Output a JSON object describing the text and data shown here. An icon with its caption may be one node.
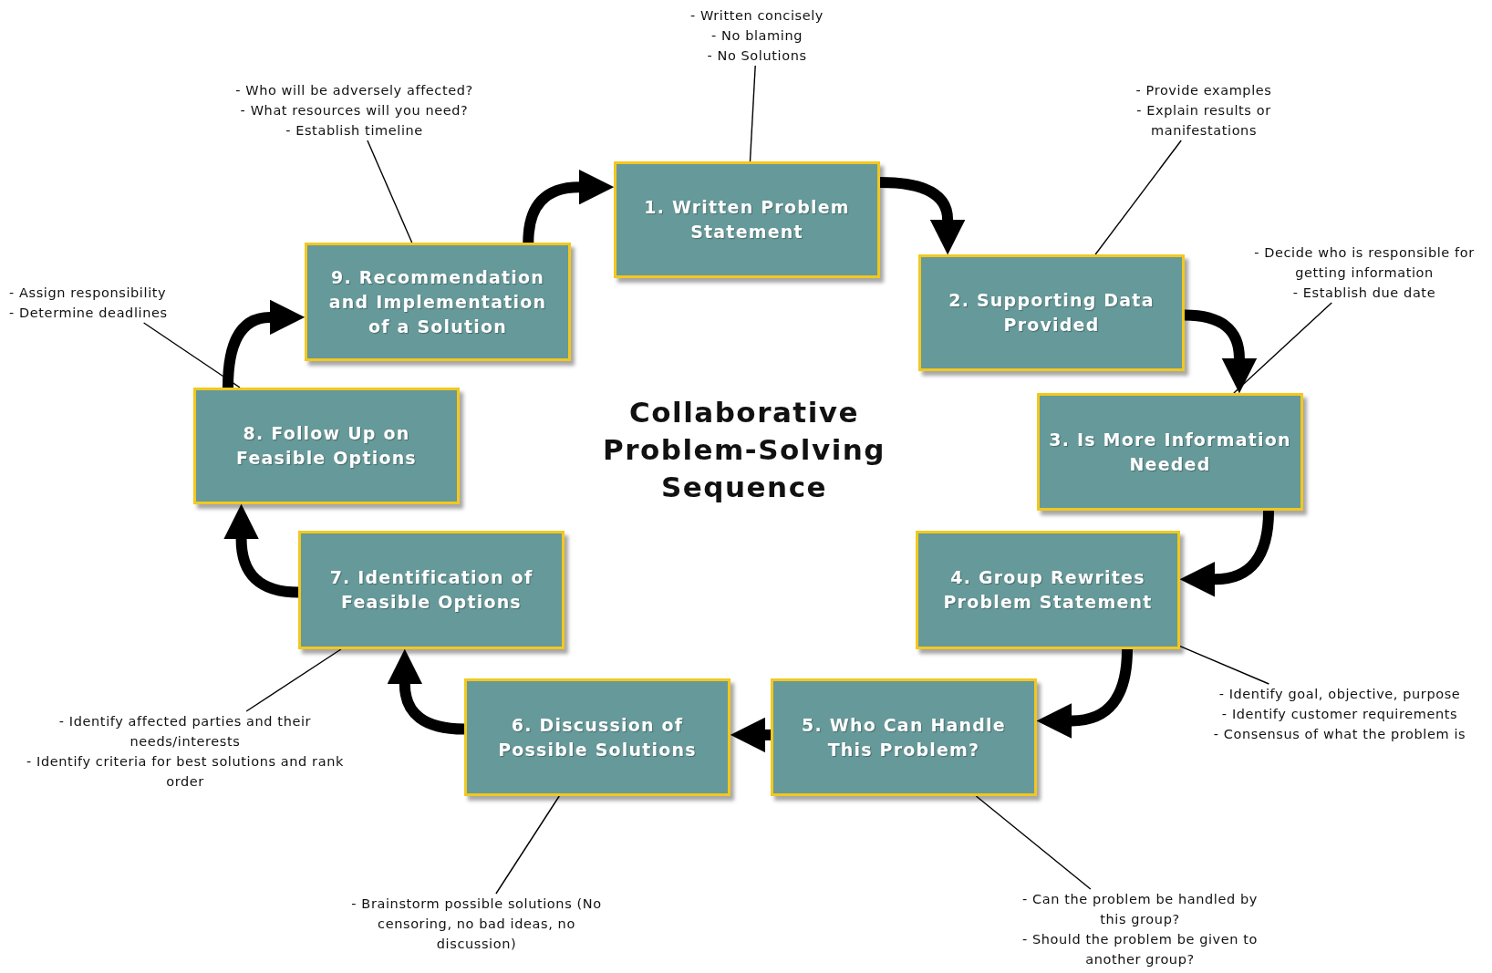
{
  "diagram": {
    "title": "Collaborative Problem-Solving Sequence",
    "nodes": [
      {
        "text": [
          "1. Written Problem Statement"
        ]
      },
      {
        "text": [
          "2. Supporting Data Provided"
        ]
      },
      {
        "text": [
          "3. Is More Information Needed"
        ]
      },
      {
        "text": [
          "4. Group Rewrites Problem Statement"
        ]
      },
      {
        "text": [
          "5. Who Can Handle This Problem?"
        ]
      },
      {
        "text": [
          "6. Discussion of Possible Solutions"
        ]
      },
      {
        "text": [
          "7. Identification of Feasible Options"
        ]
      },
      {
        "text": [
          "8. Follow Up on Feasible Options"
        ]
      },
      {
        "text": [
          "9. Recommendation and Implementation of a Solution"
        ]
      },
      {
        "text": [
          "- Written concisely",
          "- No blaming",
          "- No Solutions"
        ]
      },
      {
        "text": [
          "- Provide examples",
          "- Explain results or manifestations"
        ]
      },
      {
        "text": [
          "- Decide who is responsible for getting information",
          "- Establish due date"
        ]
      },
      {
        "text": [
          "- Identify goal, objective, purpose",
          "- Identify customer requirements",
          "- Consensus of what the problem is"
        ]
      },
      {
        "text": [
          "- Can the problem be handled by this group?",
          "- Should the problem be given to another group?"
        ]
      },
      {
        "text": [
          "- Brainstorm possible solutions (No censoring, no bad ideas, no discussion)"
        ]
      },
      {
        "text": [
          "- Identify affected parties and their needs/interests",
          "- Identify criteria for best solutions and rank order"
        ]
      },
      {
        "text": [
          "- Assign responsibility",
          "- Determine deadlines"
        ]
      },
      {
        "text": [
          "- Who will be adversely affected?",
          "- What resources will you need?",
          "- Establish timeline"
        ]
      }
    ],
    "edges": [
      {
        "from": 0,
        "to": 1,
        "arrow": "to",
        "style": "thick"
      },
      {
        "from": 1,
        "to": 2,
        "arrow": "to",
        "style": "thick"
      },
      {
        "from": 2,
        "to": 3,
        "arrow": "to",
        "style": "thick"
      },
      {
        "from": 3,
        "to": 4,
        "arrow": "to",
        "style": "thick"
      },
      {
        "from": 4,
        "to": 5,
        "arrow": "to",
        "style": "thick"
      },
      {
        "from": 5,
        "to": 6,
        "arrow": "to",
        "style": "thick"
      },
      {
        "from": 6,
        "to": 7,
        "arrow": "to",
        "style": "thick"
      },
      {
        "from": 7,
        "to": 8,
        "arrow": "to",
        "style": "thick"
      },
      {
        "from": 8,
        "to": 0,
        "arrow": "to",
        "style": "thick"
      },
      {
        "from": 9,
        "to": 0,
        "arrow": "none"
      },
      {
        "from": 10,
        "to": 1,
        "arrow": "none"
      },
      {
        "from": 11,
        "to": 2,
        "arrow": "none"
      },
      {
        "from": 12,
        "to": 3,
        "arrow": "none"
      },
      {
        "from": 13,
        "to": 4,
        "arrow": "none"
      },
      {
        "from": 14,
        "to": 5,
        "arrow": "none"
      },
      {
        "from": 15,
        "to": 6,
        "arrow": "none"
      },
      {
        "from": 16,
        "to": 7,
        "arrow": "none"
      },
      {
        "from": 17,
        "to": 8,
        "arrow": "none"
      }
    ]
  }
}
